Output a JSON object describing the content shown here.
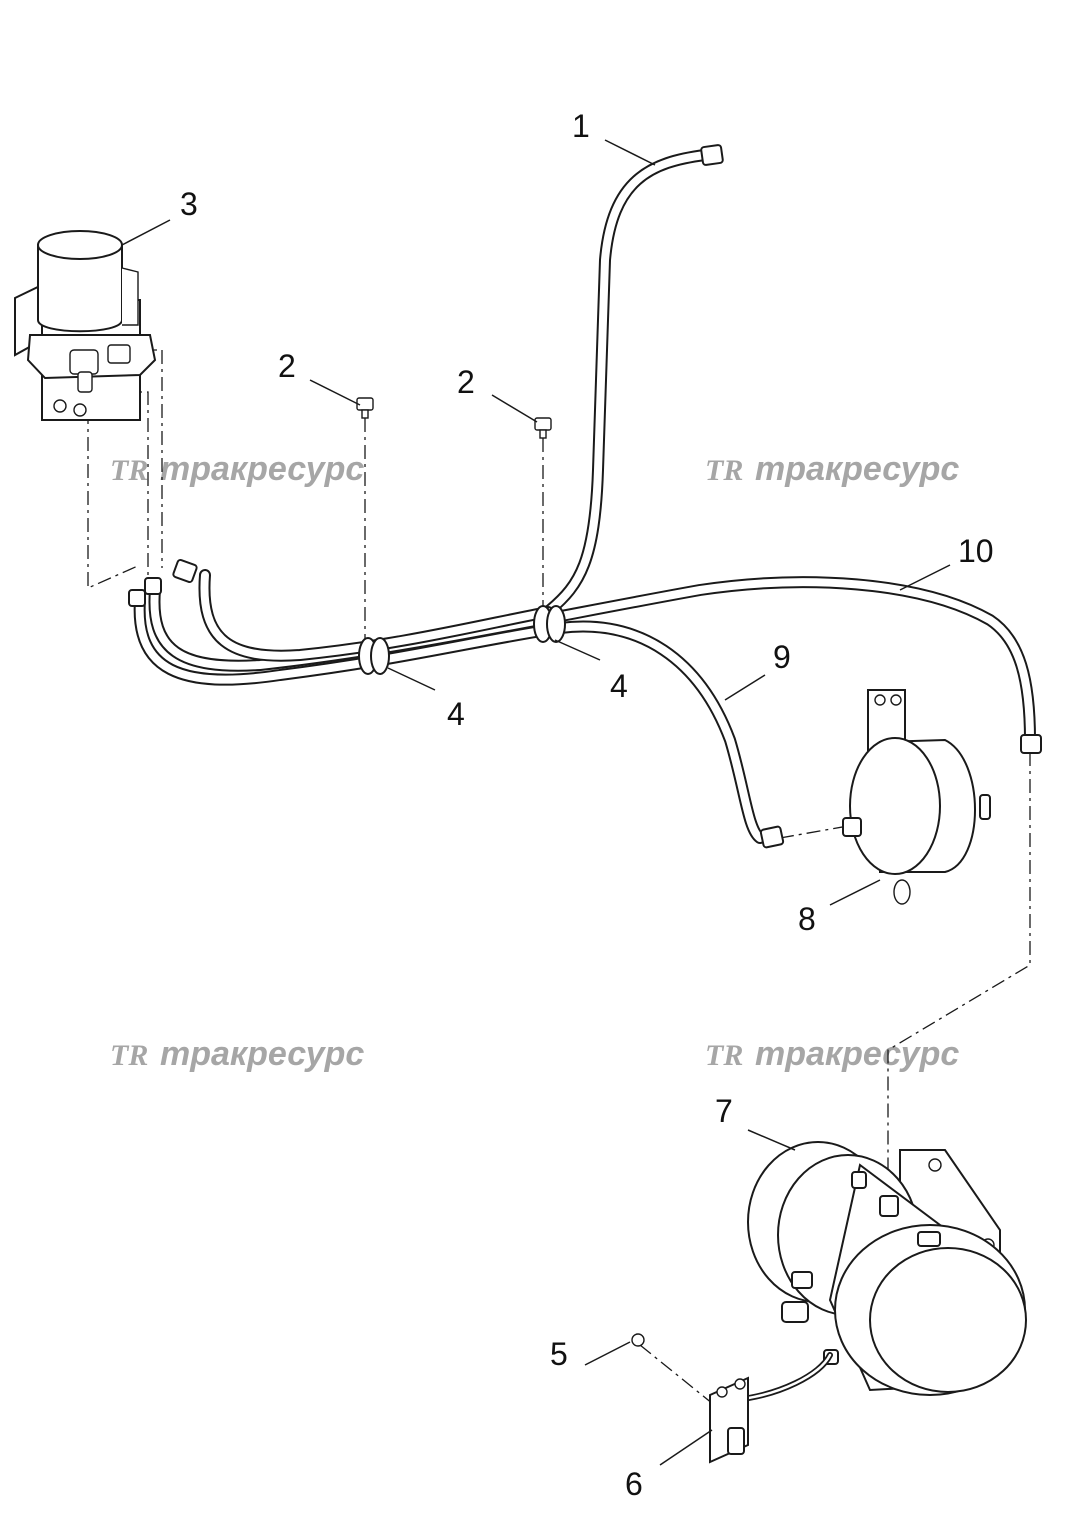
{
  "watermark": {
    "logo": "TR",
    "text": "тракресурс"
  },
  "callouts": {
    "c1": "1",
    "c2a": "2",
    "c2b": "2",
    "c3": "3",
    "c4a": "4",
    "c4b": "4",
    "c5": "5",
    "c6": "6",
    "c7": "7",
    "c8": "8",
    "c9": "9",
    "c10": "10"
  }
}
